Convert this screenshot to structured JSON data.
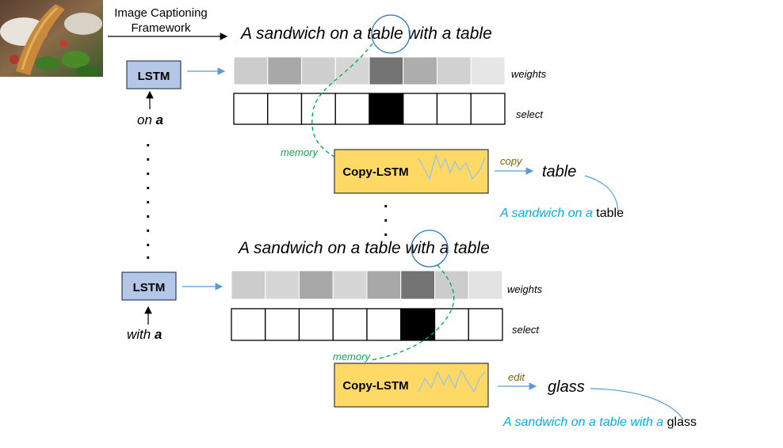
{
  "framework_label_line1": "Image Captioning",
  "framework_label_line2": "Framework",
  "ellipsis_dot": ".",
  "top": {
    "caption": "A sandwich on a table with a table",
    "circled_word": "table",
    "lstm_label": "LSTM",
    "input_plain": "on ",
    "input_bold": "a",
    "weights_label": "weights",
    "select_label": "select",
    "weights_gray": [
      0.8,
      0.66,
      0.81,
      0.84,
      0.45,
      0.68,
      0.82,
      0.9
    ],
    "selected_index": 4,
    "memory_label": "memory",
    "copy_lstm_label": "Copy-LSTM",
    "action_label": "copy",
    "output_word": "table",
    "result_prefix": "A sandwich on a ",
    "result_word": "table"
  },
  "bottom": {
    "caption": "A sandwich on a table with a table",
    "circled_word": "with",
    "lstm_label": "LSTM",
    "input_plain": "with ",
    "input_bold": "a",
    "weights_label": "weights",
    "select_label": "select",
    "weights_gray": [
      0.8,
      0.84,
      0.66,
      0.84,
      0.66,
      0.45,
      0.8,
      0.89
    ],
    "selected_index": 5,
    "memory_label": "memory",
    "copy_lstm_label": "Copy-LSTM",
    "action_label": "edit",
    "output_word": "glass",
    "result_prefix": "A sandwich on a table with a ",
    "result_word": "glass"
  },
  "colors": {
    "lstm_fill": "#b4c7e7",
    "lstm_border": "#2f3f5f",
    "copy_fill": "#ffd966",
    "copy_border": "#333333",
    "arrow_blue": "#5b9bd5",
    "memory_green": "#00b050",
    "action_olive": "#806000",
    "result_cyan": "#00b0f0",
    "circle_blue": "#2e75b6",
    "selected": "#000000"
  }
}
